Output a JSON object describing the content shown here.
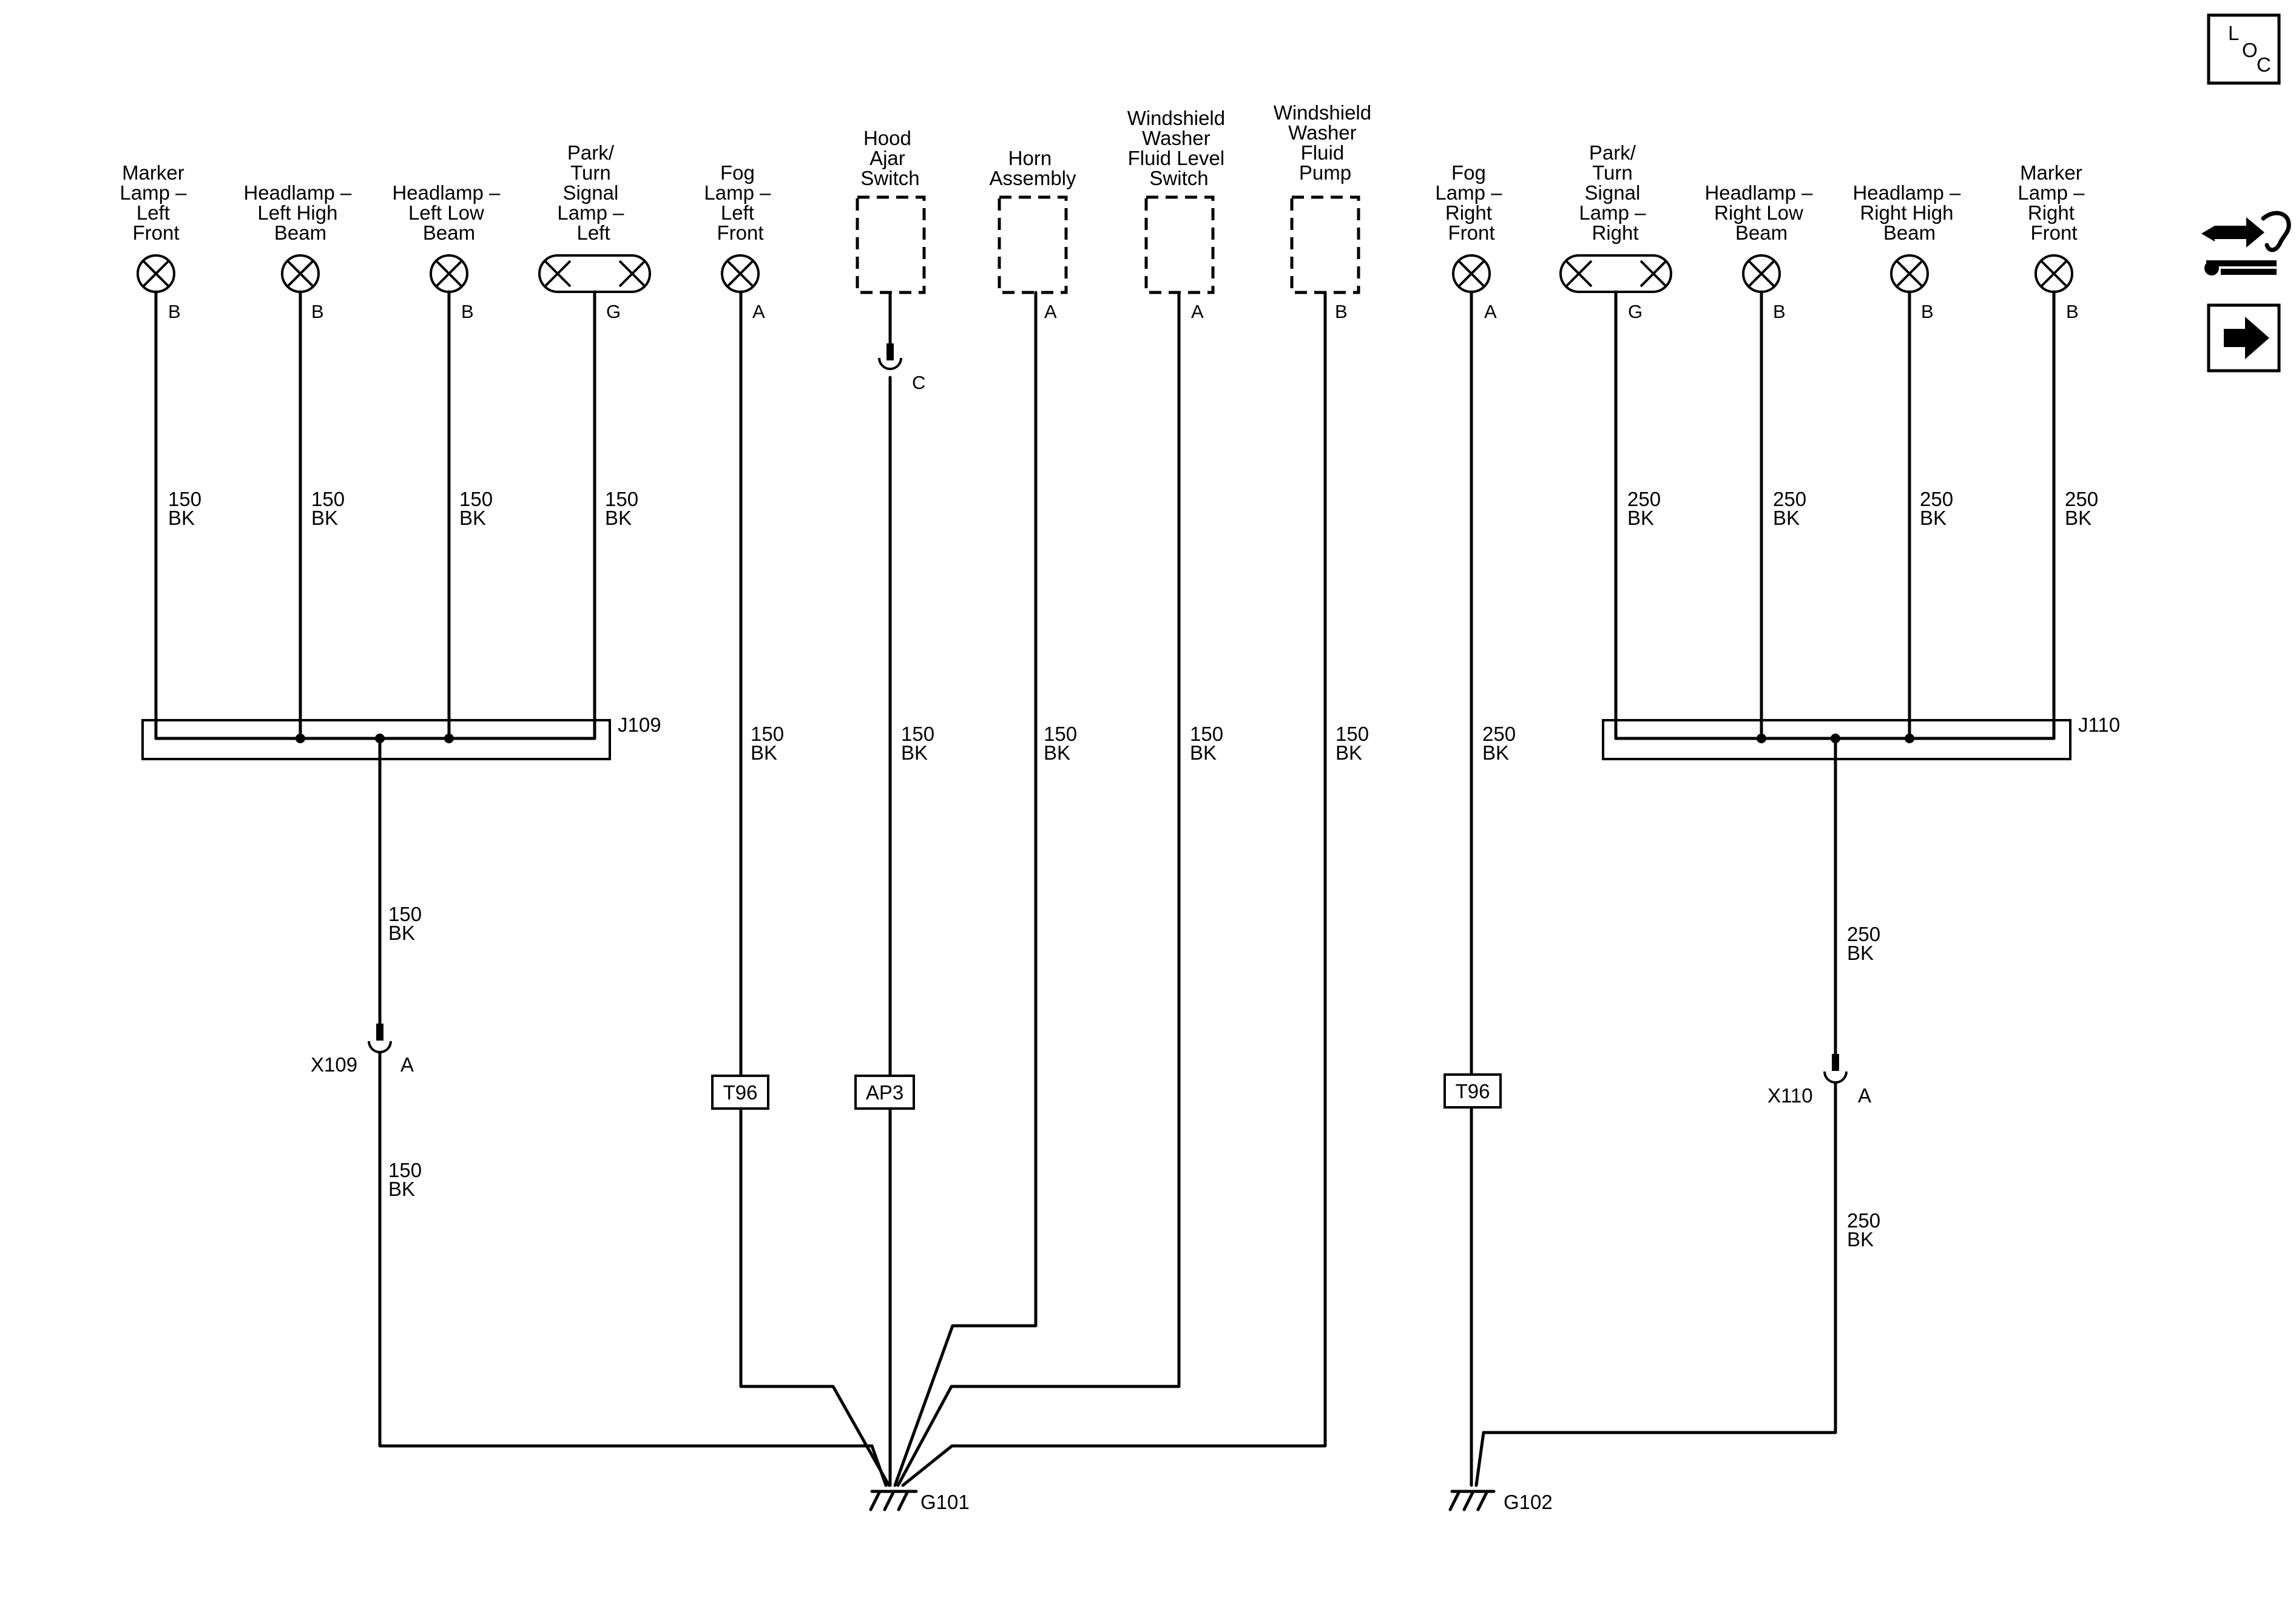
{
  "components": {
    "marker_lamp_left_front": {
      "name": [
        "Marker",
        "Lamp –",
        "Left",
        "Front"
      ],
      "pin": "B"
    },
    "headlamp_left_high_beam": {
      "name": [
        "Headlamp –",
        "Left High",
        "Beam"
      ],
      "pin": "B"
    },
    "headlamp_left_low_beam": {
      "name": [
        "Headlamp –",
        "Left Low",
        "Beam"
      ],
      "pin": "B"
    },
    "park_turn_signal_lamp_left": {
      "name": [
        "Park/",
        "Turn",
        "Signal",
        "Lamp –",
        "Left"
      ],
      "pin": "G"
    },
    "fog_lamp_left_front": {
      "name": [
        "Fog",
        "Lamp –",
        "Left",
        "Front"
      ],
      "pin": "A"
    },
    "hood_ajar_switch": {
      "name": [
        "Hood",
        "Ajar",
        "Switch"
      ],
      "pin": "C"
    },
    "horn_assembly": {
      "name": [
        "Horn",
        "Assembly"
      ],
      "pin": "A"
    },
    "washer_fluid_level_switch": {
      "name": [
        "Windshield",
        "Washer",
        "Fluid Level",
        "Switch"
      ],
      "pin": "A"
    },
    "washer_fluid_pump": {
      "name": [
        "Windshield",
        "Washer",
        "Fluid",
        "Pump"
      ],
      "pin": "B"
    },
    "fog_lamp_right_front": {
      "name": [
        "Fog",
        "Lamp –",
        "Right",
        "Front"
      ],
      "pin": "A"
    },
    "park_turn_signal_lamp_right": {
      "name": [
        "Park/",
        "Turn",
        "Signal",
        "Lamp –",
        "Right"
      ],
      "pin": "G"
    },
    "headlamp_right_low_beam": {
      "name": [
        "Headlamp –",
        "Right Low",
        "Beam"
      ],
      "pin": "B"
    },
    "headlamp_right_high_beam": {
      "name": [
        "Headlamp –",
        "Right High",
        "Beam"
      ],
      "pin": "B"
    },
    "marker_lamp_right_front": {
      "name": [
        "Marker",
        "Lamp –",
        "Right",
        "Front"
      ],
      "pin": "B"
    }
  },
  "wires": {
    "gauge_150": "150",
    "gauge_250": "250",
    "color_bk": "BK"
  },
  "splices": {
    "left": "J109",
    "right": "J110"
  },
  "inline_connectors": {
    "left": {
      "name": "X109",
      "pin": "A"
    },
    "right": {
      "name": "X110",
      "pin": "A"
    }
  },
  "tags": {
    "t96": "T96",
    "ap3": "AP3"
  },
  "grounds": {
    "g101": "G101",
    "g102": "G102"
  },
  "side_icons": {
    "loc": {
      "letters": [
        "L",
        "O",
        "C"
      ],
      "icon": "location-icon"
    },
    "connector_repair": {
      "icon": "connector-repair-icon"
    },
    "next_page": {
      "icon": "arrow-right-icon"
    }
  }
}
